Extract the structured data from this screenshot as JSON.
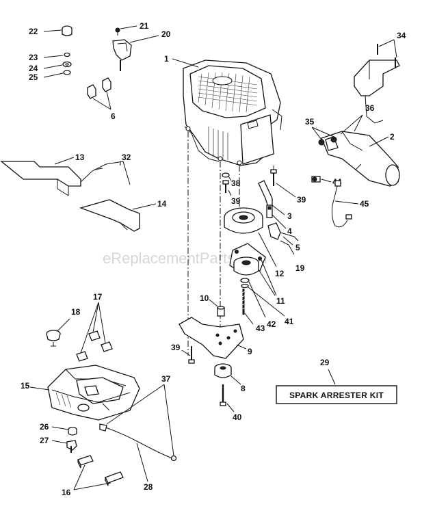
{
  "diagram": {
    "watermark": "eReplacementParts.com",
    "kit_label": "SPARK ARRESTER KIT",
    "callouts": {
      "c1": "1",
      "c2": "2",
      "c3": "3",
      "c4": "4",
      "c5": "5",
      "c6": "6",
      "c8": "8",
      "c9": "9",
      "c10": "10",
      "c11": "11",
      "c12": "12",
      "c13": "13",
      "c14": "14",
      "c15": "15",
      "c16": "16",
      "c17": "17",
      "c18": "18",
      "c19": "19",
      "c20": "20",
      "c21": "21",
      "c22": "22",
      "c23": "23",
      "c24": "24",
      "c25": "25",
      "c26": "26",
      "c27": "27",
      "c28": "28",
      "c29": "29",
      "c32": "32",
      "c34": "34",
      "c35": "35",
      "c36": "36",
      "c37": "37",
      "c38": "38",
      "c39a": "39",
      "c39b": "39",
      "c39c": "39",
      "c40": "40",
      "c41": "41",
      "c42": "42",
      "c43": "43",
      "c44": "44",
      "c45": "45"
    }
  }
}
